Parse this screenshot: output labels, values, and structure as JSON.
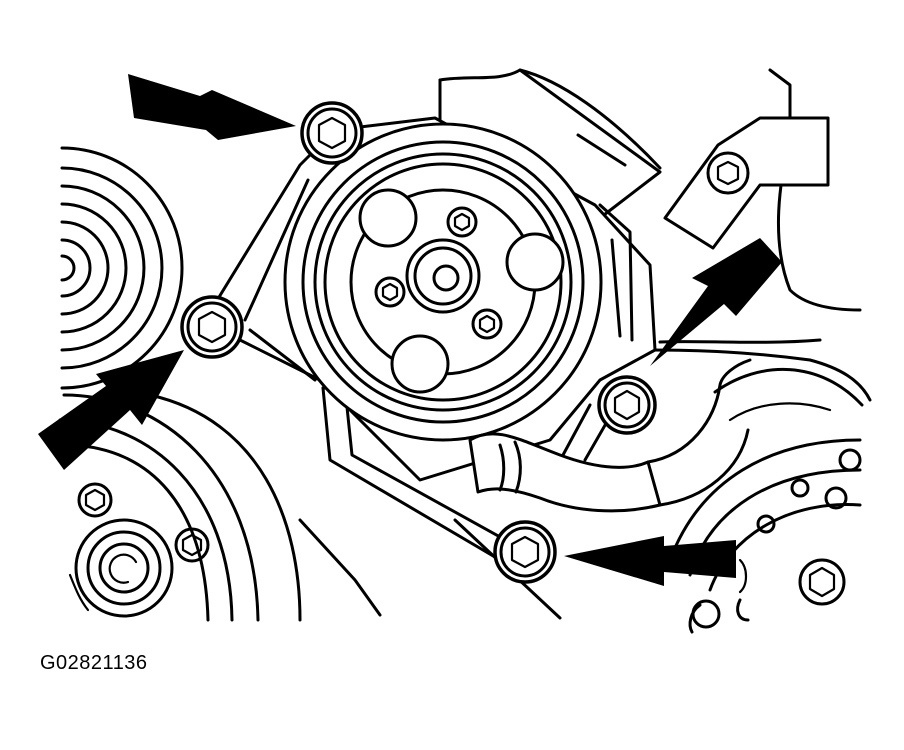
{
  "figure": {
    "id_label": "G02821136"
  },
  "colors": {
    "line": "#000000",
    "background": "#ffffff"
  },
  "callouts": {
    "arrow_count": 4,
    "highlighted_bolts": 4
  }
}
